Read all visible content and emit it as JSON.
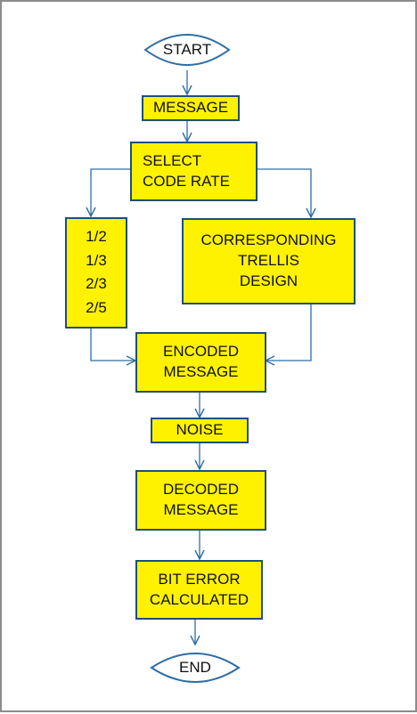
{
  "diagram": {
    "colors": {
      "box_fill": "#fff200",
      "box_border": "#1f4e79",
      "connector": "#2e6da4",
      "terminal_fill": "#ffffff",
      "text": "#111111"
    },
    "nodes": {
      "start": {
        "label": "START",
        "shape": "terminal"
      },
      "message": {
        "label": "MESSAGE"
      },
      "select_code_rate": {
        "line1": "SELECT",
        "line2": "CODE RATE"
      },
      "code_rates": {
        "items": [
          "1/2",
          "1/3",
          "2/3",
          "2/5"
        ]
      },
      "trellis": {
        "line1": "CORRESPONDING",
        "line2": "TRELLIS",
        "line3": "DESIGN"
      },
      "encoded": {
        "line1": "ENCODED",
        "line2": "MESSAGE"
      },
      "noise": {
        "label": "NOISE"
      },
      "decoded": {
        "line1": "DECODED",
        "line2": "MESSAGE"
      },
      "bit_error": {
        "line1": "BIT ERROR",
        "line2": "CALCULATED"
      },
      "end": {
        "label": "END",
        "shape": "terminal"
      }
    },
    "edges": [
      {
        "from": "start",
        "to": "message"
      },
      {
        "from": "message",
        "to": "select_code_rate"
      },
      {
        "from": "select_code_rate",
        "to": "code_rates"
      },
      {
        "from": "select_code_rate",
        "to": "trellis"
      },
      {
        "from": "code_rates",
        "to": "encoded"
      },
      {
        "from": "trellis",
        "to": "encoded"
      },
      {
        "from": "encoded",
        "to": "noise"
      },
      {
        "from": "noise",
        "to": "decoded"
      },
      {
        "from": "decoded",
        "to": "bit_error"
      },
      {
        "from": "bit_error",
        "to": "end"
      }
    ]
  }
}
